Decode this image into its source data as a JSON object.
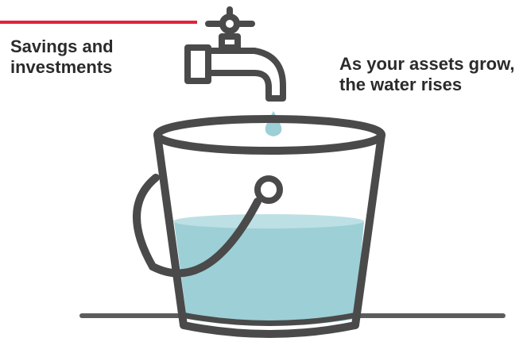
{
  "labels": {
    "left": {
      "line1": "Savings and",
      "line2": "investments"
    },
    "right": {
      "line1": "As your assets grow,",
      "line2": "the water rises"
    }
  },
  "icons": {
    "faucet": "faucet-icon",
    "drop": "water-drop-icon",
    "bucket": "bucket-icon"
  },
  "colors": {
    "outline": "#4a4a4a",
    "water": "#9dcfd6",
    "water_surface": "#bde0e5",
    "accent_line": "#e0233a",
    "text": "#2b2b2b"
  }
}
